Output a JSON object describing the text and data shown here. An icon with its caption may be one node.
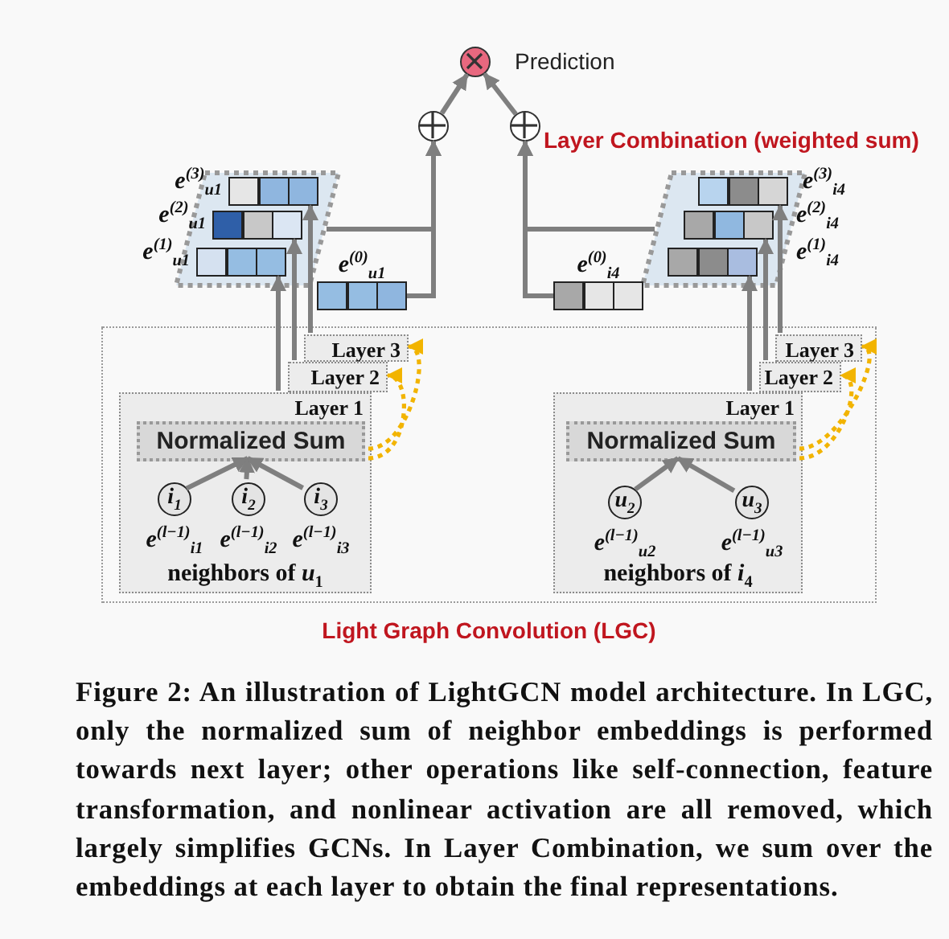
{
  "diagram": {
    "caption": "Figure 2: An illustration of LightGCN model architecture. In LGC, only the normalized sum of neighbor embeddings is performed towards next layer; other operations like self-connection, feature transformation, and nonlinear activation are all removed, which largely simplifies GCNs. In Layer Combination, we sum over the embeddings at each layer to obtain the final representations.",
    "nodes": [
      {
        "text": [],
        "shape": "circle",
        "beside": [
          "Prediction"
        ]
      },
      {
        "text": [],
        "shape": "circle"
      },
      {
        "text": [],
        "shape": "circle"
      },
      {
        "text": [],
        "shape": "box"
      },
      {
        "text": [
          "e$^{(3)}$$_{u1}$"
        ],
        "in": 3
      },
      {
        "text": [
          "e$^{(2)}$$_{u1}$"
        ],
        "in": 3
      },
      {
        "text": [
          "e$^{(1)}$$_{u1}$"
        ],
        "in": 3
      },
      {
        "text": [
          "e$^{(0)}$$_{u1}$"
        ]
      },
      {
        "text": [],
        "shape": "box"
      },
      {
        "text": [
          "e$^{(3)}$$_{i4}$"
        ],
        "in": 8
      },
      {
        "text": [
          "e$^{(2)}$$_{i4}$"
        ],
        "in": 8
      },
      {
        "text": [
          "e$^{(1)}$$_{i4}$"
        ],
        "in": 8
      },
      {
        "text": [
          "e$^{(0)}$$_{i4}$"
        ]
      },
      {
        "text": [
          "Light Graph Convolution (LGC)"
        ]
      },
      {
        "text": [
          "Layer 3"
        ],
        "in": 13
      },
      {
        "text": [
          "Layer 2"
        ],
        "in": 13
      },
      {
        "text": [
          "Layer 1",
          "neighbors of *u*$_{1}$"
        ],
        "in": 13
      },
      {
        "text": [
          "Normalized Sum"
        ],
        "in": 16
      },
      {
        "text": [
          "i$_{1}$"
        ],
        "in": 16,
        "beside": [
          "e$^{(l−1)}$$_{i1}$"
        ]
      },
      {
        "text": [
          "i$_{2}$"
        ],
        "in": 16,
        "beside": [
          "e$^{(l−1)}$$_{i2}$"
        ]
      },
      {
        "text": [
          "i$_{3}$"
        ],
        "in": 16,
        "beside": [
          "e$^{(l−1)}$$_{i3}$"
        ]
      },
      {
        "text": [
          "Layer 3"
        ],
        "in": 13
      },
      {
        "text": [
          "Layer 2"
        ],
        "in": 13
      },
      {
        "text": [
          "Layer 1",
          "neighbors of *i*$_{4}$"
        ],
        "in": 13
      },
      {
        "text": [
          "Normalized Sum"
        ],
        "in": 23
      },
      {
        "text": [
          "u$_{2}$"
        ],
        "in": 23,
        "beside": [
          "e$^{(l−1)}$$_{u2}$"
        ]
      },
      {
        "text": [
          "u$_{3}$"
        ],
        "in": 23,
        "beside": [
          "e$^{(l−1)}$$_{u3}$"
        ]
      }
    ],
    "edges": [
      {
        "from": 1,
        "to": 0,
        "arrow": "to"
      },
      {
        "from": 2,
        "to": 0,
        "arrow": "to"
      },
      {
        "from": 3,
        "to": 1,
        "arrow": "to"
      },
      {
        "from": 7,
        "to": 1,
        "arrow": "to"
      },
      {
        "from": 8,
        "to": 2,
        "arrow": "to"
      },
      {
        "from": 12,
        "to": 2,
        "arrow": "to"
      },
      {
        "from": 16,
        "to": 6,
        "arrow": "to"
      },
      {
        "from": 15,
        "to": 5,
        "arrow": "to"
      },
      {
        "from": 14,
        "to": 4,
        "arrow": "to"
      },
      {
        "from": 23,
        "to": 11,
        "arrow": "to"
      },
      {
        "from": 22,
        "to": 10,
        "arrow": "to"
      },
      {
        "from": 21,
        "to": 9,
        "arrow": "to"
      },
      {
        "from": 18,
        "to": 17,
        "arrow": "to"
      },
      {
        "from": 19,
        "to": 17,
        "arrow": "to"
      },
      {
        "from": 20,
        "to": 17,
        "arrow": "to"
      },
      {
        "from": 16,
        "to": 15,
        "arrow": "to",
        "style": "dashed",
        "color": "#f2b400"
      },
      {
        "from": 16,
        "to": 14,
        "arrow": "to",
        "style": "dashed",
        "color": "#f2b400"
      },
      {
        "from": 25,
        "to": 24,
        "arrow": "to"
      },
      {
        "from": 26,
        "to": 24,
        "arrow": "to"
      },
      {
        "from": 23,
        "to": 22,
        "arrow": "to",
        "style": "dashed",
        "color": "#f2b400"
      },
      {
        "from": 23,
        "to": 21,
        "arrow": "to",
        "style": "dashed",
        "color": "#f2b400"
      }
    ],
    "labels": [
      "Layer Combination (weighted sum)"
    ]
  }
}
